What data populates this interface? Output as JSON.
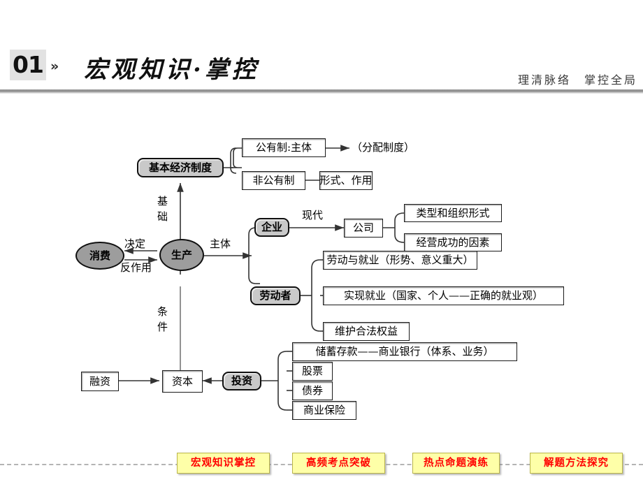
{
  "header": {
    "badge_number": "01",
    "chevrons": "»",
    "title": "宏观知识·掌控",
    "tagline": "理清脉络　掌控全局"
  },
  "diagram": {
    "nodes": {
      "basic_economic_system": "基本经济制度",
      "public_ownership": "公有制:主体",
      "distribution_system": "（分配制度）",
      "non_public_ownership": "非公有制",
      "forms_and_roles": "形式、作用",
      "consumption": "消费",
      "production": "生产",
      "enterprise": "企业",
      "company": "公司",
      "company_types": "类型和组织形式",
      "company_success": "经营成功的因素",
      "laborer": "劳动者",
      "labor_employment": "劳动与就业（形势、意义重大）",
      "achieve_employment": "实现就业（国家、个人——正确的就业观）",
      "protect_rights": "维护合法权益",
      "financing": "融资",
      "capital": "资本",
      "investment": "投资",
      "savings": "储蓄存款——商业银行（体系、业务）",
      "stocks": "股票",
      "bonds": "债券",
      "insurance": "商业保险"
    },
    "edge_labels": {
      "foundation": "基础",
      "condition": "条件",
      "decides": "决定",
      "reacts": "反作用",
      "main_body": "主体",
      "modern": "现代"
    }
  },
  "footer": {
    "buttons": [
      {
        "label": "宏观知识掌控"
      },
      {
        "label": "高频考点突破"
      },
      {
        "label": "热点命题演练"
      },
      {
        "label": "解题方法探究"
      }
    ]
  },
  "colors": {
    "badge_background": "#e2e2e2",
    "rule": "#8d8d8d",
    "node_grey": "#9d9d9d",
    "capsule_grey": "#c9c9c9",
    "nav_fill": "#feffa8",
    "nav_border": "#b9b44a",
    "nav_text": "#ff0000"
  }
}
